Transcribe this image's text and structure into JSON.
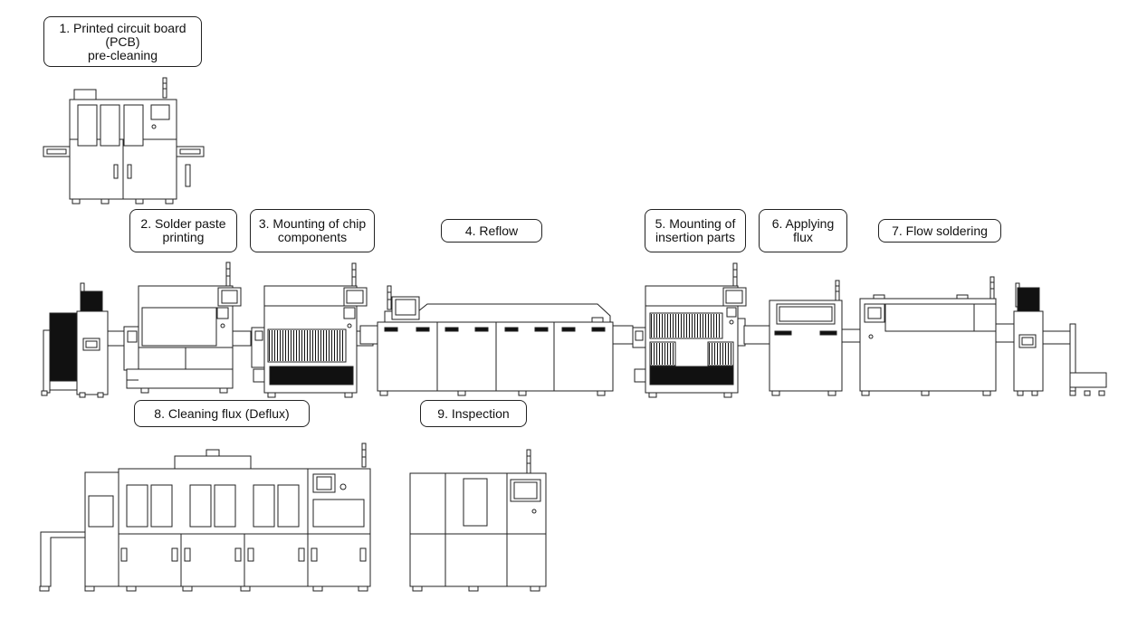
{
  "steps": {
    "s1": "1. Printed circuit board\n(PCB)\npre-cleaning",
    "s2": "2. Solder paste\nprinting",
    "s3": "3. Mounting of chip\ncomponents",
    "s4": "4. Reflow",
    "s5": "5. Mounting of\ninsertion parts",
    "s6": "6. Applying\nflux",
    "s7": "7. Flow soldering",
    "s8": "8. Cleaning flux (Deflux)",
    "s9": "9. Inspection"
  },
  "colors": {
    "line": "#222222",
    "fill": "#ffffff",
    "dark": "#111111"
  }
}
